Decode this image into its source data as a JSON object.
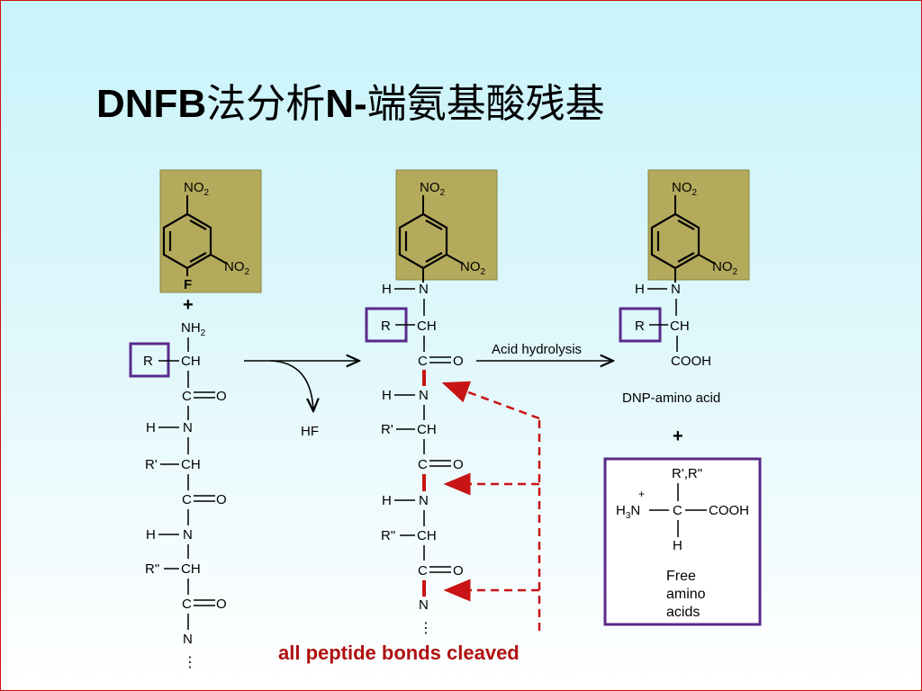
{
  "title": {
    "part1": "DNFB",
    "part2": "法分析",
    "part3": "N-",
    "part4": "端氨基酸残基"
  },
  "groups": {
    "no2": "NO",
    "no2_sub": "2",
    "fluorine": "F"
  },
  "peptide": {
    "plus": "+",
    "nh2": "NH",
    "nh2_sub": "2",
    "r": "R",
    "ch": "CH",
    "co": "C",
    "o": "O",
    "h": "H",
    "n": "N",
    "r1": "R'",
    "r2": "R\"",
    "dots": "⋮"
  },
  "reaction": {
    "hf": "HF",
    "acid_hydrolysis": "Acid hydrolysis",
    "dnp_amino_acid": "DNP-amino acid",
    "plus": "+",
    "cooh": "COOH",
    "cleaved_note": "all peptide bonds cleaved"
  },
  "free_amino_acids": {
    "r_label": "R',R\"",
    "h3n": "H",
    "h3n_sub": "3",
    "h3n_n": "N",
    "charge": "+",
    "c": "C",
    "cooh": "COOH",
    "h": "H",
    "label_line1": "Free",
    "label_line2": "amino",
    "label_line3": "acids"
  },
  "colors": {
    "ring_box": "#b4aa5c",
    "r_box": "#5a2a8a",
    "cleave_arrow": "#c81414",
    "cleave_text": "#b01010"
  }
}
